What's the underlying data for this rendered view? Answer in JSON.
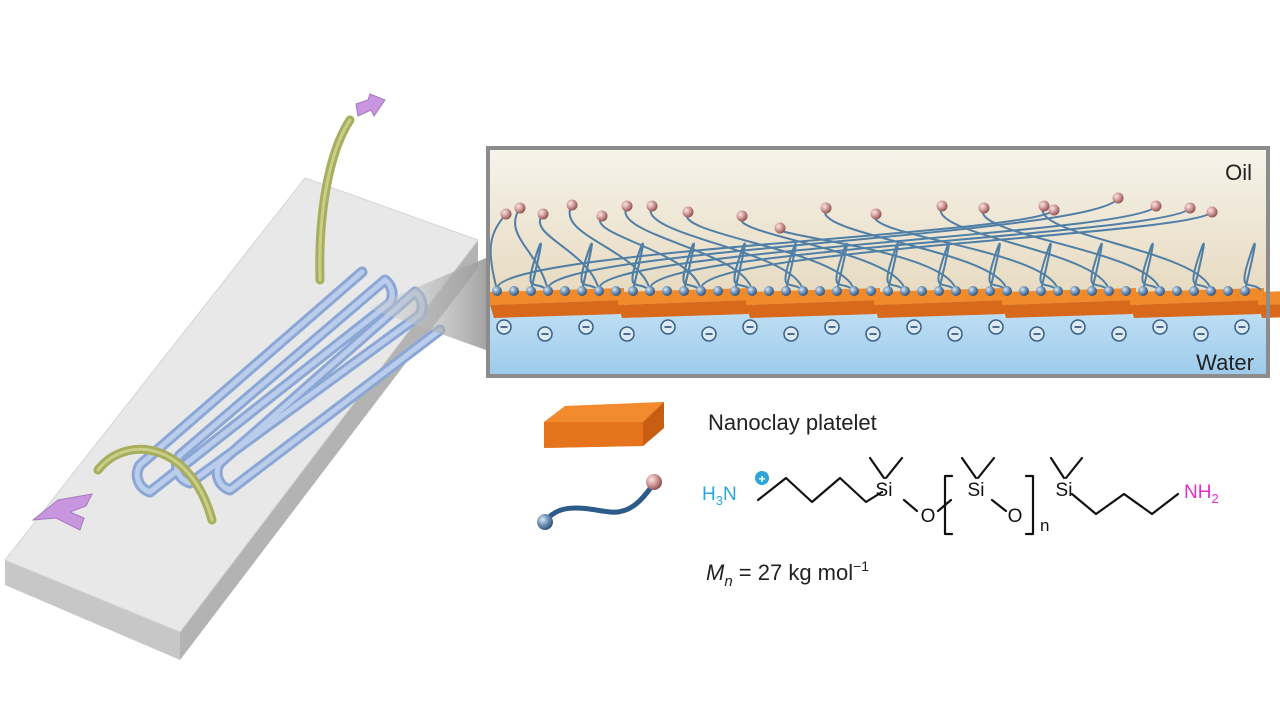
{
  "inset": {
    "oil_label": "Oil",
    "water_label": "Water"
  },
  "legend": {
    "platelet_label": "Nanoclay platelet",
    "polymer": {
      "h3n_h": "H",
      "h3n_sub": "3",
      "h3n_n": "N",
      "charge_symbol": "+",
      "si1": "Si",
      "o1": "O",
      "si2": "Si",
      "o2": "O",
      "n_subscript": "n",
      "si3": "Si",
      "nh2_n": "NH",
      "nh2_sub": "2"
    },
    "mn": {
      "symbol": "M",
      "subscript": "n",
      "equals_value": " = 27 kg mol",
      "exponent": "−1"
    }
  },
  "colors": {
    "device_top": "#e6e6e6",
    "device_side": "#c4c4c4",
    "channel": "#a9bfe6",
    "tubing": "#b4bb6c",
    "arrow": "#c99be0",
    "oil_top": "#f5f1e6",
    "oil_bottom": "#e8dcc4",
    "water": "#a9d2ee",
    "platelet": "#e87a22",
    "polymer_chain": "#4f7fa6",
    "anchor_bead": "#5d7fa1",
    "free_end_bead": "#c78c8c",
    "amine_blue": "#2aa6d8",
    "amine_magenta": "#e030c8",
    "frame": "#8c8c8c"
  },
  "icons": [
    "nanoclay-platelet-icon",
    "polymer-chain-icon",
    "negative-charge-icon",
    "flow-arrow-icon"
  ]
}
